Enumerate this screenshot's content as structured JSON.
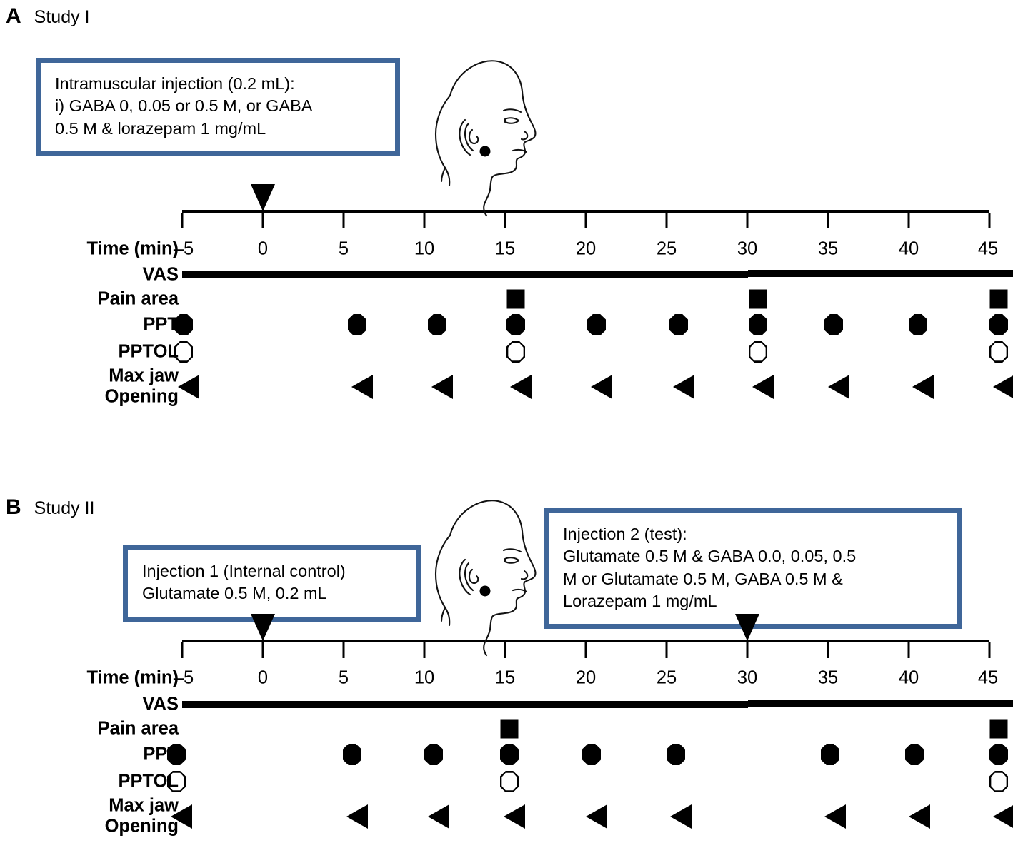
{
  "figure": {
    "panels": [
      {
        "letter": "A",
        "title": "Study I",
        "callouts": [
          {
            "name": "intramuscular-injection-callout",
            "text": "Intramuscular injection (0.2 mL):\ni) GABA 0, 0.05 or 0.5 M, or GABA\n0.5 M & lorazepam 1 mg/mL"
          }
        ],
        "injection_times": [
          0
        ],
        "axis": {
          "label": "Time (min)",
          "ticks": [
            -5,
            0,
            5,
            10,
            15,
            20,
            25,
            30,
            35,
            40,
            45
          ],
          "tick_labels": [
            "–5",
            "0",
            "5",
            "10",
            "15",
            "20",
            "25",
            "30",
            "35",
            "40",
            "45"
          ]
        },
        "rows": [
          {
            "name": "vas",
            "label": "VAS",
            "marker": "bar",
            "times": "continuous"
          },
          {
            "name": "pain-area",
            "label": "Pain area",
            "marker": "square",
            "times": [
              15,
              30,
              45
            ]
          },
          {
            "name": "ppt",
            "label": "PPT",
            "marker": "circle",
            "times": [
              -5,
              5,
              10,
              15,
              20,
              25,
              30,
              35,
              40,
              45
            ]
          },
          {
            "name": "pptol",
            "label": "PPTOL",
            "marker": "open-circle",
            "times": [
              -5,
              15,
              30,
              45
            ]
          },
          {
            "name": "max-jaw",
            "label": "Max jaw\nOpening",
            "marker": "triangle",
            "times": [
              -5,
              5,
              10,
              15,
              20,
              25,
              30,
              35,
              40,
              45
            ]
          }
        ]
      },
      {
        "letter": "B",
        "title": "Study II",
        "callouts": [
          {
            "name": "injection-1-callout",
            "text": "Injection 1 (Internal control)\nGlutamate 0.5 M, 0.2 mL"
          },
          {
            "name": "injection-2-callout",
            "text": "Injection 2 (test):\nGlutamate 0.5 M & GABA 0.0, 0.05, 0.5\nM or Glutamate 0.5 M, GABA 0.5 M &\nLorazepam 1 mg/mL"
          }
        ],
        "injection_times": [
          0,
          30
        ],
        "axis": {
          "label": "Time (min)",
          "ticks": [
            -5,
            0,
            5,
            10,
            15,
            20,
            25,
            30,
            35,
            40,
            45
          ],
          "tick_labels": [
            "–5",
            "0",
            "5",
            "10",
            "15",
            "20",
            "25",
            "30",
            "35",
            "40",
            "45"
          ]
        },
        "rows": [
          {
            "name": "vas",
            "label": "VAS",
            "marker": "bar",
            "times": "continuous"
          },
          {
            "name": "pain-area",
            "label": "Pain area",
            "marker": "square",
            "times": [
              15,
              45
            ]
          },
          {
            "name": "ppt",
            "label": "PPT",
            "marker": "circle",
            "times": [
              -5,
              5,
              10,
              15,
              20,
              25,
              35,
              40,
              45
            ]
          },
          {
            "name": "pptol",
            "label": "PPTOL",
            "marker": "open-circle",
            "times": [
              -5,
              15,
              45
            ]
          },
          {
            "name": "max-jaw",
            "label": "Max jaw\nOpening",
            "marker": "triangle",
            "times": [
              -5,
              5,
              10,
              15,
              20,
              25,
              35,
              40,
              45
            ]
          }
        ]
      }
    ],
    "colors": {
      "callout_border": "#3f6699",
      "marker": "#000000",
      "background": "#ffffff"
    },
    "head_figure": {
      "name": "head-profile-illustration",
      "injection_site_label": "masseter injection site"
    }
  }
}
